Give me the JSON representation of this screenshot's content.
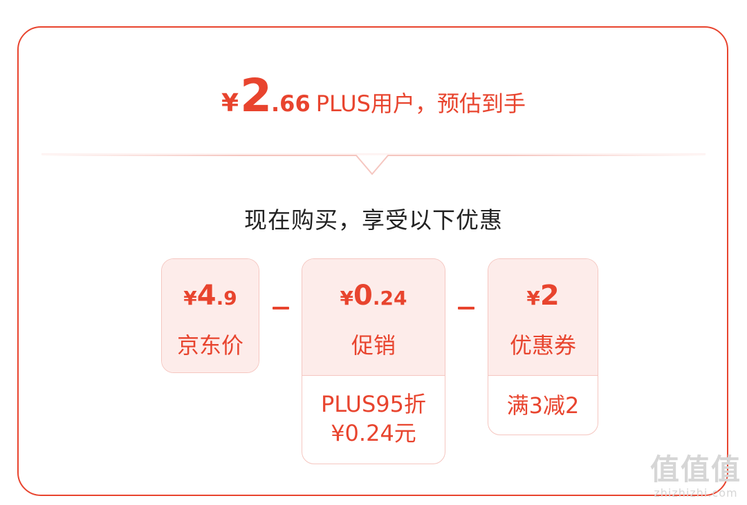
{
  "headline": {
    "currency": "¥",
    "integer": "2",
    "decimal": ".66",
    "suffix": "PLUS用户，预估到手"
  },
  "subtitle": "现在购买，享受以下优惠",
  "cards": [
    {
      "currency": "¥",
      "integer": "4",
      "decimal": ".9",
      "label": "京东价"
    },
    {
      "currency": "¥",
      "integer": "0",
      "decimal": ".24",
      "label": "促销",
      "detail_line1": "PLUS95折",
      "detail_line2": "¥0.24元"
    },
    {
      "currency": "¥",
      "integer": "2",
      "decimal": "",
      "label": "优惠券",
      "detail_line1": "满3减2"
    }
  ],
  "watermark": {
    "logo": "值值值",
    "url": "zhizhizhi.com"
  },
  "colors": {
    "accent": "#e8442e",
    "card_fill": "#fdecea",
    "card_border": "#f5c6c0",
    "text_dark": "#222222"
  }
}
